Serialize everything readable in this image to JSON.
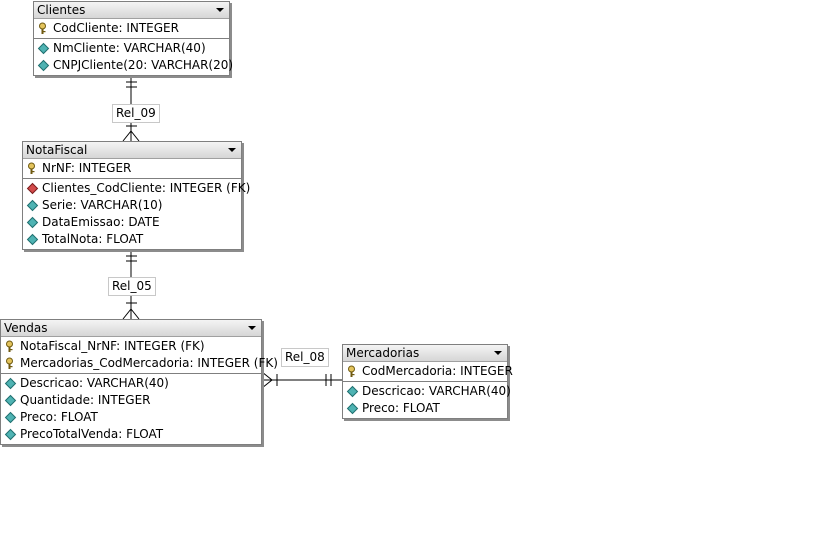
{
  "entities": {
    "clientes": {
      "title": "Clientes",
      "key_rows": [
        "CodCliente: INTEGER"
      ],
      "rows": [
        "NmCliente: VARCHAR(40)",
        "CNPJCliente(20: VARCHAR(20)"
      ]
    },
    "notafiscal": {
      "title": "NotaFiscal",
      "key_rows": [
        "NrNF: INTEGER"
      ],
      "rows": [
        "Clientes_CodCliente: INTEGER (FK)",
        "Serie: VARCHAR(10)",
        "DataEmissao: DATE",
        "TotalNota: FLOAT"
      ]
    },
    "vendas": {
      "title": "Vendas",
      "key_rows": [
        "NotaFiscal_NrNF: INTEGER (FK)",
        "Mercadorias_CodMercadoria: INTEGER (FK)"
      ],
      "rows": [
        "Descricao: VARCHAR(40)",
        "Quantidade: INTEGER",
        "Preco: FLOAT",
        "PrecoTotalVenda: FLOAT"
      ]
    },
    "mercadorias": {
      "title": "Mercadorias",
      "key_rows": [
        "CodMercadoria: INTEGER"
      ],
      "rows": [
        "Descricao: VARCHAR(40)",
        "Preco: FLOAT"
      ]
    }
  },
  "relationships": {
    "rel_09": "Rel_09",
    "rel_05": "Rel_05",
    "rel_08": "Rel_08"
  },
  "colors": {
    "attribute_icon": "#4fb3b3",
    "foreign_key_icon": "#d24b4b",
    "primary_key_icon": "#c9a227",
    "connector_line": "#000000"
  }
}
